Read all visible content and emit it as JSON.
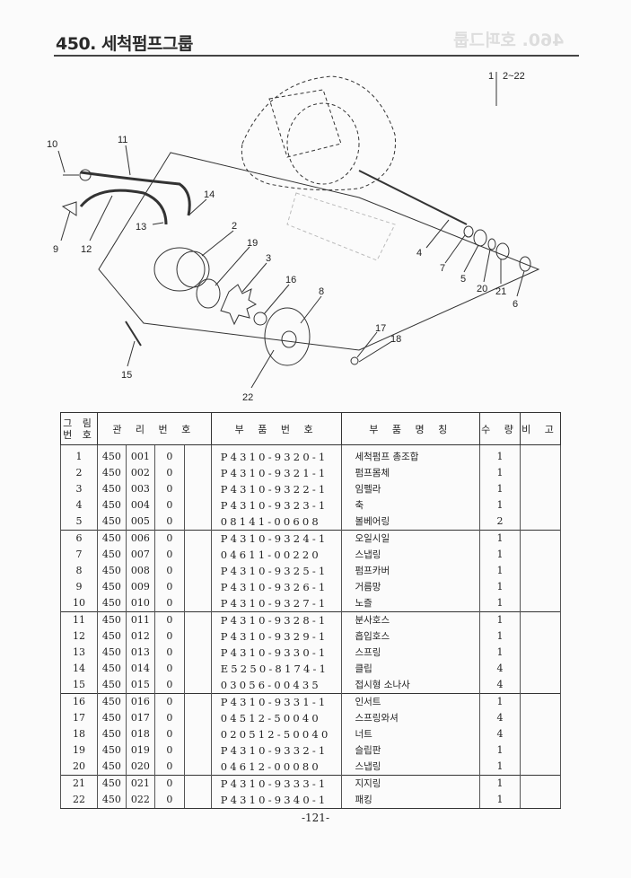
{
  "header": {
    "title": "450. 세척펌프그룹",
    "ghost_title": "460. 호퍼그룹"
  },
  "diagram": {
    "assembly_note": {
      "main": "1",
      "sub": "2~22"
    },
    "callouts": [
      "10",
      "11",
      "14",
      "13",
      "2",
      "9",
      "12",
      "19",
      "3",
      "16",
      "8",
      "4",
      "7",
      "5",
      "20",
      "21",
      "6",
      "17",
      "18",
      "15",
      "22"
    ]
  },
  "table": {
    "headers": {
      "fig_no": "그 림 번 호",
      "mgmt_no": "관 리 번 호",
      "part_no": "부 품 번 호",
      "part_name": "부 품 명 칭",
      "qty": "수 량",
      "remarks": "비 고"
    },
    "rows": [
      {
        "fig": "1",
        "a": "450",
        "b": "001",
        "c": "0",
        "part": "P4310-9320-1",
        "name": "세척펌프 총조합",
        "qty": "1"
      },
      {
        "fig": "2",
        "a": "450",
        "b": "002",
        "c": "0",
        "part": "P4310-9321-1",
        "name": "펌프몸체",
        "qty": "1"
      },
      {
        "fig": "3",
        "a": "450",
        "b": "003",
        "c": "0",
        "part": "P4310-9322-1",
        "name": "임펠라",
        "qty": "1"
      },
      {
        "fig": "4",
        "a": "450",
        "b": "004",
        "c": "0",
        "part": "P4310-9323-1",
        "name": "축",
        "qty": "1"
      },
      {
        "fig": "5",
        "a": "450",
        "b": "005",
        "c": "0",
        "part": "08141-00608",
        "name": "볼베어링",
        "qty": "2"
      },
      {
        "fig": "6",
        "a": "450",
        "b": "006",
        "c": "0",
        "part": "P4310-9324-1",
        "name": "오일시일",
        "qty": "1"
      },
      {
        "fig": "7",
        "a": "450",
        "b": "007",
        "c": "0",
        "part": "04611-00220",
        "name": "스냅링",
        "qty": "1"
      },
      {
        "fig": "8",
        "a": "450",
        "b": "008",
        "c": "0",
        "part": "P4310-9325-1",
        "name": "펌프카버",
        "qty": "1"
      },
      {
        "fig": "9",
        "a": "450",
        "b": "009",
        "c": "0",
        "part": "P4310-9326-1",
        "name": "거름망",
        "qty": "1"
      },
      {
        "fig": "10",
        "a": "450",
        "b": "010",
        "c": "0",
        "part": "P4310-9327-1",
        "name": "노즐",
        "qty": "1"
      },
      {
        "fig": "11",
        "a": "450",
        "b": "011",
        "c": "0",
        "part": "P4310-9328-1",
        "name": "분사호스",
        "qty": "1"
      },
      {
        "fig": "12",
        "a": "450",
        "b": "012",
        "c": "0",
        "part": "P4310-9329-1",
        "name": "흡입호스",
        "qty": "1"
      },
      {
        "fig": "13",
        "a": "450",
        "b": "013",
        "c": "0",
        "part": "P4310-9330-1",
        "name": "스프링",
        "qty": "1"
      },
      {
        "fig": "14",
        "a": "450",
        "b": "014",
        "c": "0",
        "part": "E5250-8174-1",
        "name": "클립",
        "qty": "4"
      },
      {
        "fig": "15",
        "a": "450",
        "b": "015",
        "c": "0",
        "part": "03056-00435",
        "name": "접시형 소나사",
        "qty": "4"
      },
      {
        "fig": "16",
        "a": "450",
        "b": "016",
        "c": "0",
        "part": "P4310-9331-1",
        "name": "인서트",
        "qty": "1"
      },
      {
        "fig": "17",
        "a": "450",
        "b": "017",
        "c": "0",
        "part": "04512-50040",
        "name": "스프링와셔",
        "qty": "4"
      },
      {
        "fig": "18",
        "a": "450",
        "b": "018",
        "c": "0",
        "part": "020512-50040",
        "name": "너트",
        "qty": "4"
      },
      {
        "fig": "19",
        "a": "450",
        "b": "019",
        "c": "0",
        "part": "P4310-9332-1",
        "name": "슬립판",
        "qty": "1"
      },
      {
        "fig": "20",
        "a": "450",
        "b": "020",
        "c": "0",
        "part": "04612-00080",
        "name": "스냅링",
        "qty": "1"
      },
      {
        "fig": "21",
        "a": "450",
        "b": "021",
        "c": "0",
        "part": "P4310-9333-1",
        "name": "지지링",
        "qty": "1"
      },
      {
        "fig": "22",
        "a": "450",
        "b": "022",
        "c": "0",
        "part": "P4310-9340-1",
        "name": "패킹",
        "qty": "1"
      }
    ]
  },
  "footer": {
    "page": "-121-"
  }
}
